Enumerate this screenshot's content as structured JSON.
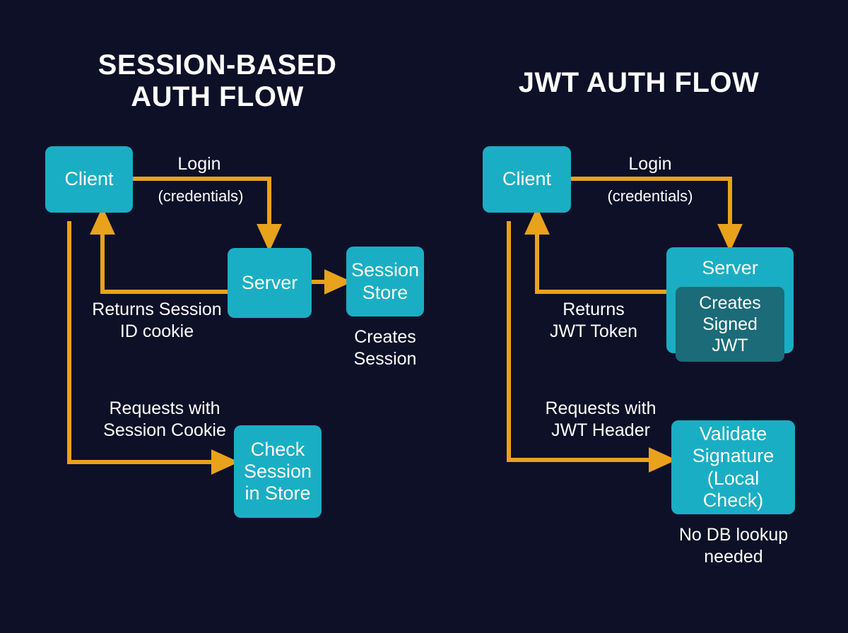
{
  "background_color": "#0e1028",
  "accent_colors": {
    "node": "#1aaec4",
    "inner_node": "#1b6b79",
    "arrow": "#e8a21c",
    "text": "#ffffff"
  },
  "panels": {
    "left": {
      "title_line1": "SESSION-BASED",
      "title_line2": "AUTH FLOW",
      "nodes": {
        "client": "Client",
        "server": "Server",
        "session_store_line1": "Session",
        "session_store_line2": "Store",
        "check_session_line1": "Check",
        "check_session_line2": "Session",
        "check_session_line3": "in Store"
      },
      "labels": {
        "login": "Login",
        "credentials": "(credentials)",
        "returns_line1": "Returns Session",
        "returns_line2": "ID cookie",
        "requests_line1": "Requests with",
        "requests_line2": "Session Cookie"
      },
      "notes": {
        "creates_line1": "Creates",
        "creates_line2": "Session"
      }
    },
    "right": {
      "title": "JWT AUTH FLOW",
      "nodes": {
        "client": "Client",
        "server": "Server",
        "server_inner_line1": "Creates",
        "server_inner_line2": "Signed JWT",
        "validate_line1": "Validate",
        "validate_line2": "Signature",
        "validate_line3": "(Local Check)"
      },
      "labels": {
        "login": "Login",
        "credentials": "(credentials)",
        "returns_line1": "Returns",
        "returns_line2": "JWT Token",
        "requests_line1": "Requests with",
        "requests_line2": "JWT Header"
      },
      "notes": {
        "nodb_line1": "No DB lookup",
        "nodb_line2": "needed"
      }
    }
  }
}
